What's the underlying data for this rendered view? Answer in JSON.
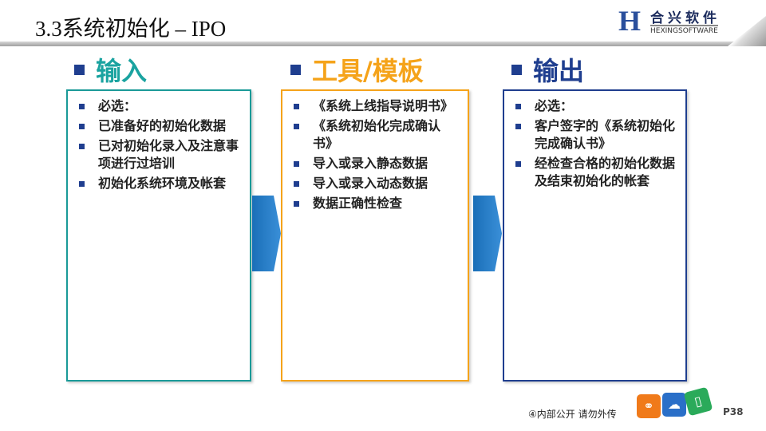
{
  "title": "3.3系统初始化 – IPO",
  "logo": {
    "cn": "合兴软件",
    "en": "HEXINGSOFTWARE"
  },
  "columns": [
    {
      "heading": "输入",
      "color": "#1aa3a0",
      "border": "#1a9a98",
      "items": [
        "必选：",
        "已准备好的初始化数据",
        "已对初始化录入及注意事项进行过培训",
        "初始化系统环境及帐套"
      ]
    },
    {
      "heading": "工具/模板",
      "color": "#f5a31a",
      "border": "#f5a31a",
      "items": [
        "《系统上线指导说明书》",
        "《系统初始化完成确认书》",
        "导入或录入静态数据",
        "导入或录入动态数据",
        "数据正确性检查"
      ]
    },
    {
      "heading": "输出",
      "color": "#1f3e8f",
      "border": "#1f3e8f",
      "items": [
        "必选：",
        "客户签字的《系统初始化完成确认书》",
        "经检查合格的初始化数据及结束初始化的帐套"
      ]
    }
  ],
  "footer": {
    "notice": "④内部公开 请勿外传",
    "page": "P38"
  }
}
